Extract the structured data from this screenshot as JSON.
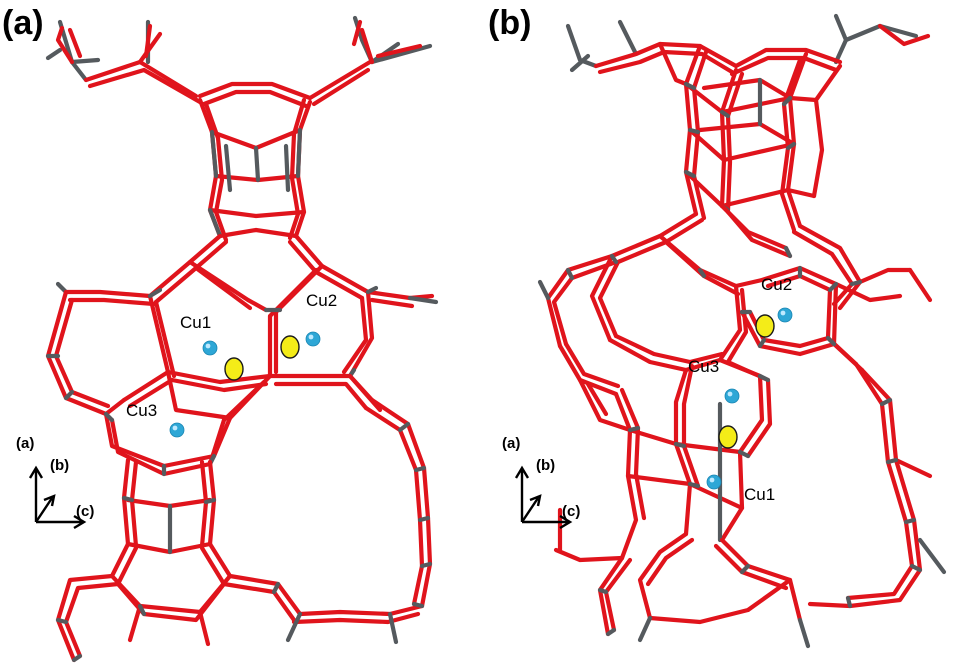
{
  "panels": [
    {
      "label": "(a)",
      "sites": [
        {
          "label": "Cu1"
        },
        {
          "label": "Cu2"
        },
        {
          "label": "Cu3"
        }
      ],
      "axes": {
        "a": "(a)",
        "b": "(b)",
        "c": "(c)"
      }
    },
    {
      "label": "(b)",
      "sites": [
        {
          "label": "Cu1"
        },
        {
          "label": "Cu2"
        },
        {
          "label": "Cu3"
        }
      ],
      "axes": {
        "a": "(a)",
        "b": "(b)",
        "c": "(c)"
      }
    }
  ],
  "colors": {
    "oxygen_bond": "#e0141c",
    "silicon_bond": "#555a5e",
    "copper_site": "#2ea7d6",
    "marker": "#f4ec18"
  }
}
